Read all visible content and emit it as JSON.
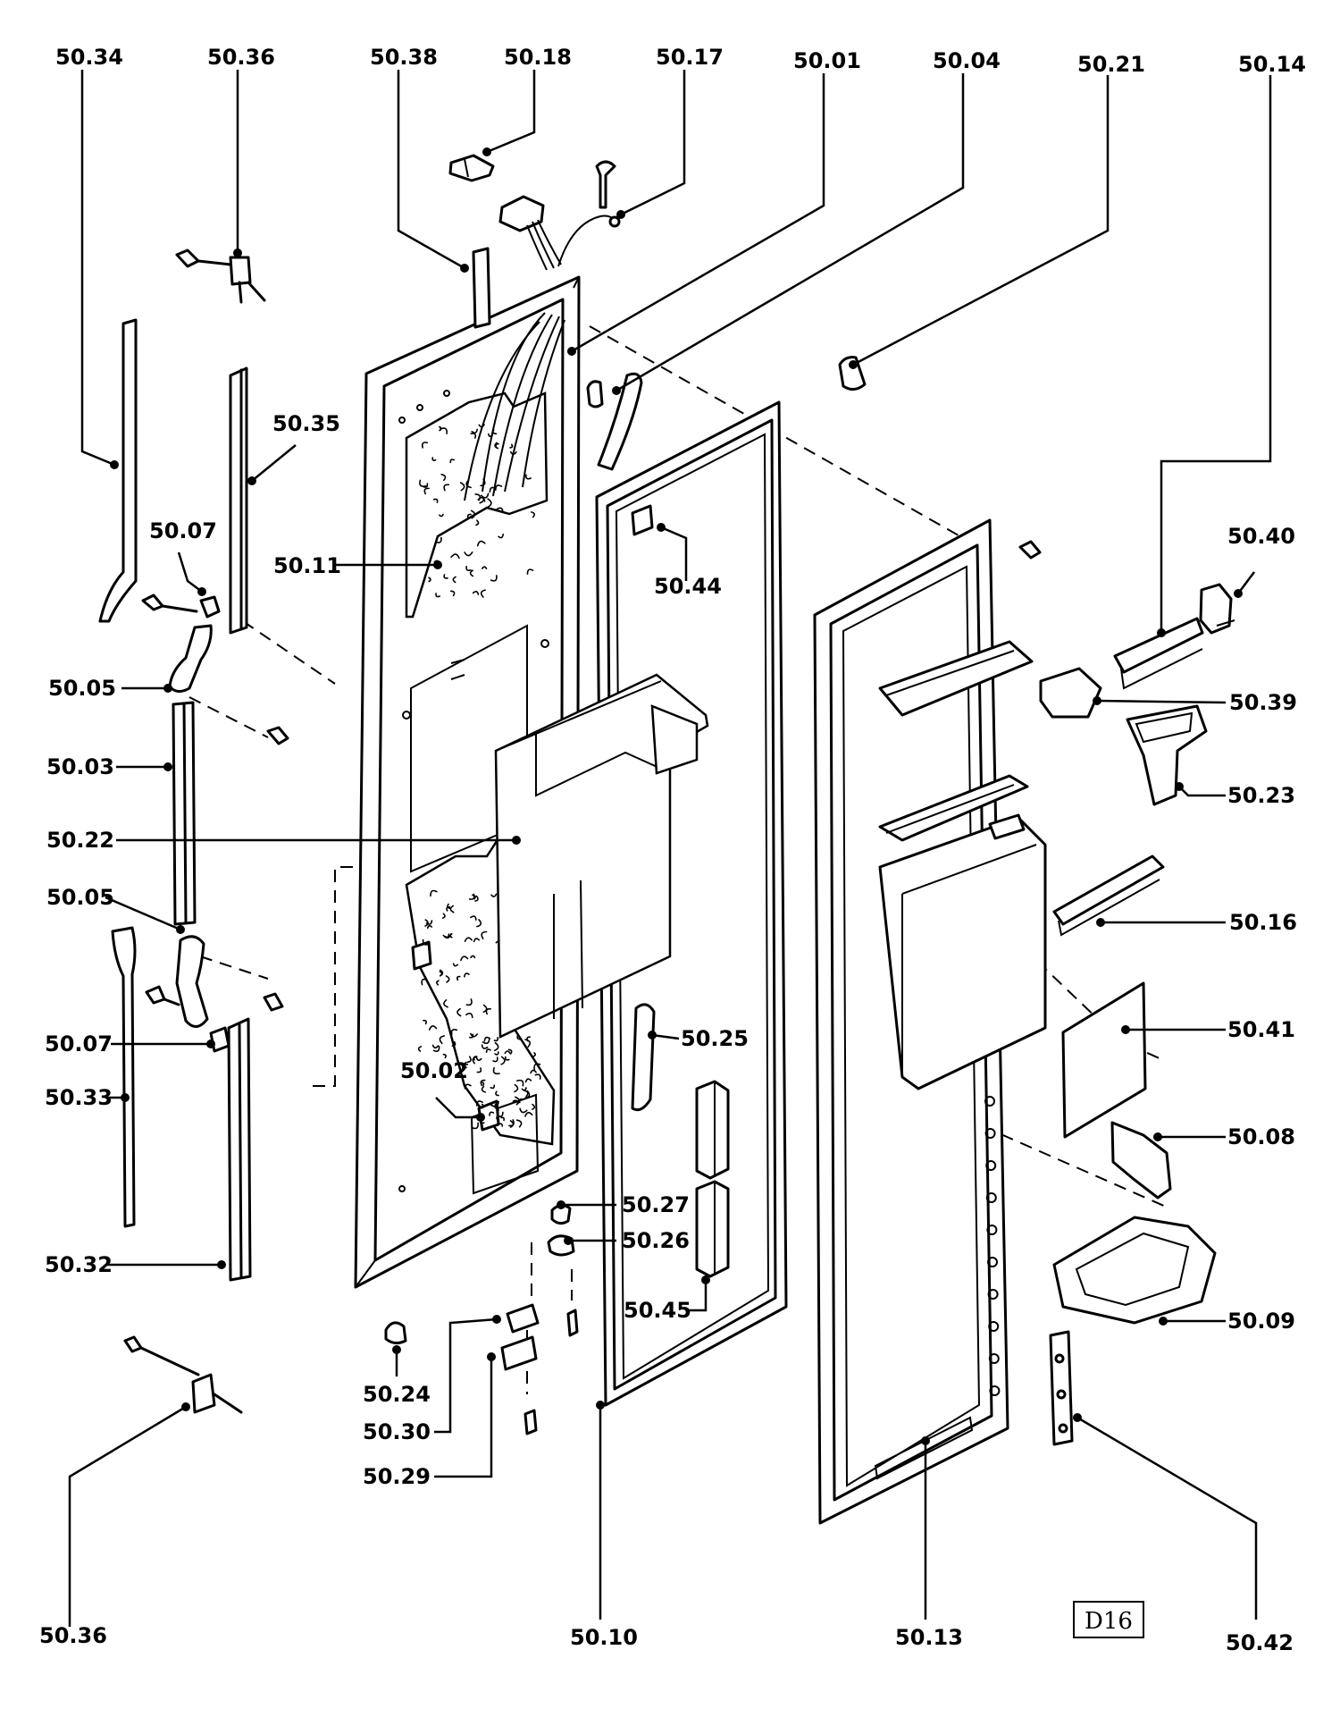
{
  "diagram": {
    "sheet_code": "D16",
    "labels": [
      {
        "id": "50.34",
        "text": "50.34"
      },
      {
        "id": "50.36-top",
        "text": "50.36"
      },
      {
        "id": "50.38",
        "text": "50.38"
      },
      {
        "id": "50.18",
        "text": "50.18"
      },
      {
        "id": "50.17",
        "text": "50.17"
      },
      {
        "id": "50.01",
        "text": "50.01"
      },
      {
        "id": "50.04",
        "text": "50.04"
      },
      {
        "id": "50.21",
        "text": "50.21"
      },
      {
        "id": "50.14",
        "text": "50.14"
      },
      {
        "id": "50.35",
        "text": "50.35"
      },
      {
        "id": "50.07-top",
        "text": "50.07"
      },
      {
        "id": "50.11",
        "text": "50.11"
      },
      {
        "id": "50.44",
        "text": "50.44"
      },
      {
        "id": "50.40",
        "text": "50.40"
      },
      {
        "id": "50.05-top",
        "text": "50.05"
      },
      {
        "id": "50.39",
        "text": "50.39"
      },
      {
        "id": "50.03",
        "text": "50.03"
      },
      {
        "id": "50.23",
        "text": "50.23"
      },
      {
        "id": "50.22",
        "text": "50.22"
      },
      {
        "id": "50.05-bottom",
        "text": "50.05"
      },
      {
        "id": "50.16",
        "text": "50.16"
      },
      {
        "id": "50.25",
        "text": "50.25"
      },
      {
        "id": "50.07-bottom",
        "text": "50.07"
      },
      {
        "id": "50.41",
        "text": "50.41"
      },
      {
        "id": "50.02",
        "text": "50.02"
      },
      {
        "id": "50.33",
        "text": "50.33"
      },
      {
        "id": "50.08",
        "text": "50.08"
      },
      {
        "id": "50.27",
        "text": "50.27"
      },
      {
        "id": "50.26",
        "text": "50.26"
      },
      {
        "id": "50.32",
        "text": "50.32"
      },
      {
        "id": "50.45",
        "text": "50.45"
      },
      {
        "id": "50.09",
        "text": "50.09"
      },
      {
        "id": "50.24",
        "text": "50.24"
      },
      {
        "id": "50.30",
        "text": "50.30"
      },
      {
        "id": "50.29",
        "text": "50.29"
      },
      {
        "id": "50.36-bottom",
        "text": "50.36"
      },
      {
        "id": "50.10",
        "text": "50.10"
      },
      {
        "id": "50.13",
        "text": "50.13"
      },
      {
        "id": "50.42",
        "text": "50.42"
      }
    ]
  }
}
